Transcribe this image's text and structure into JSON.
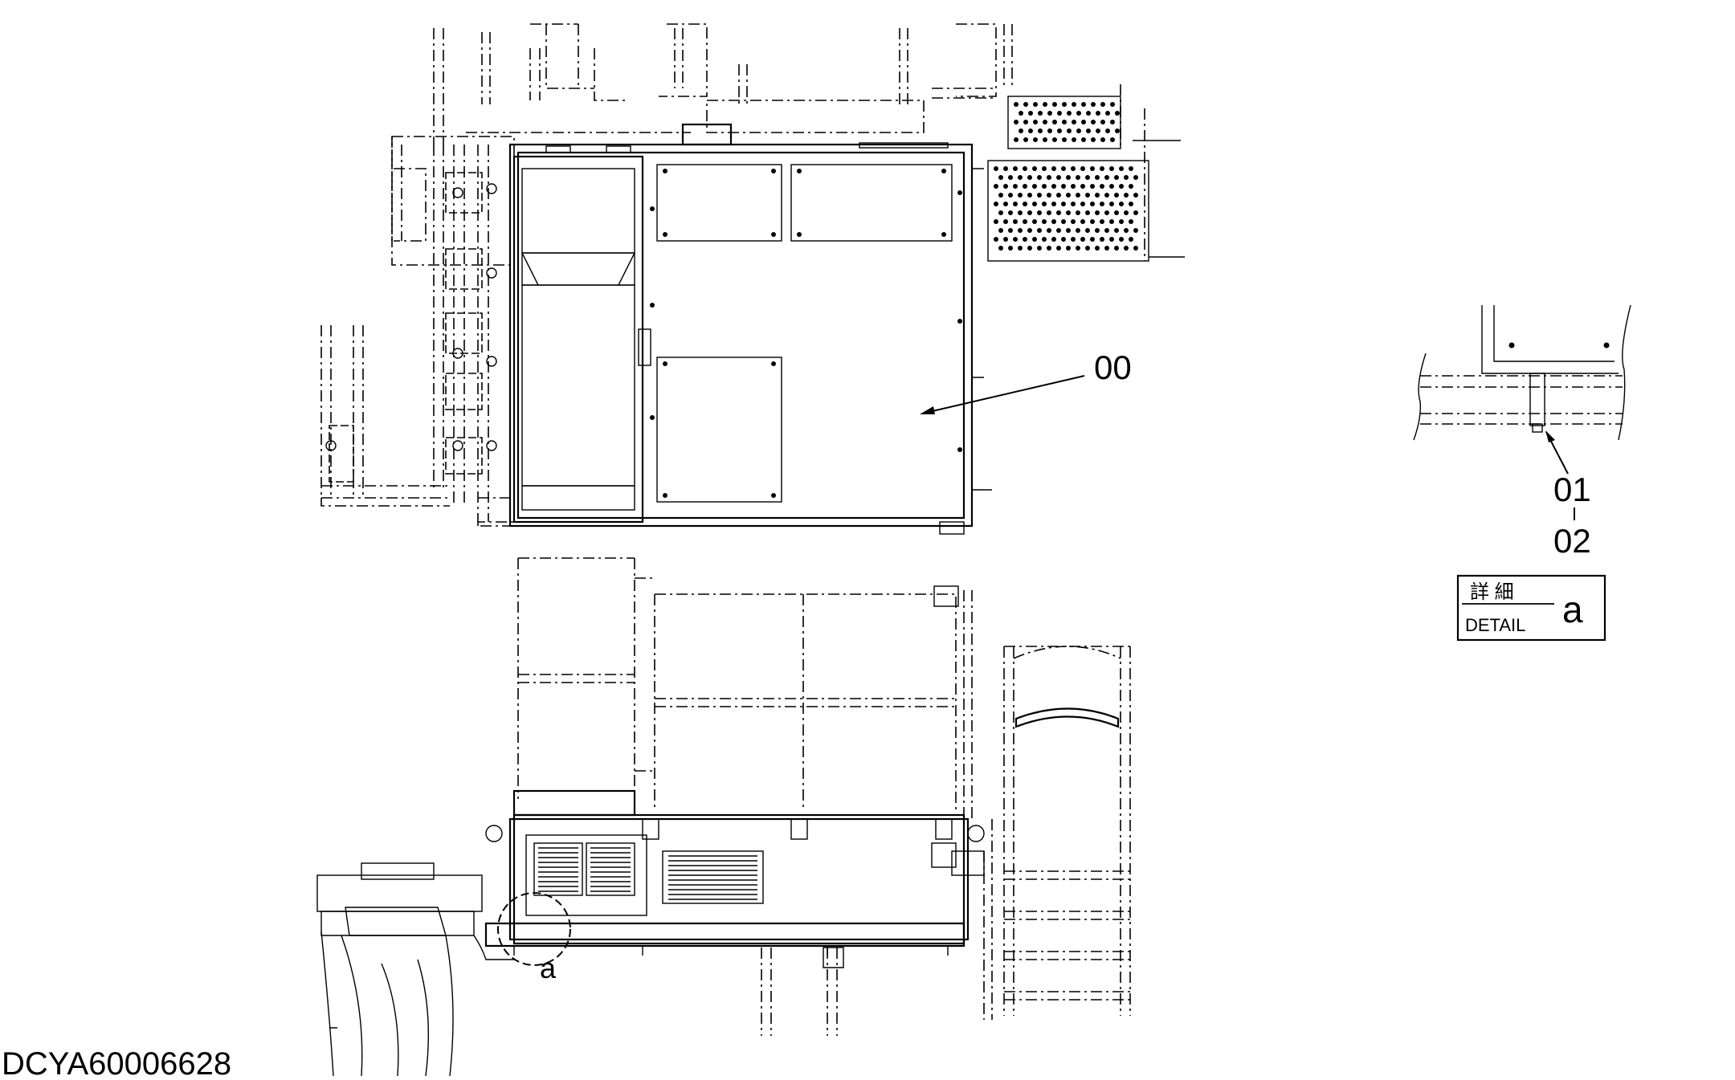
{
  "drawing_id": "DCYA60006628",
  "labels": {
    "main_part": "00",
    "detail_part_1": "01",
    "detail_part_2": "02",
    "detail_ref": "a"
  },
  "detail_box": {
    "japanese": "詳 細",
    "english": "DETAIL",
    "letter": "a"
  }
}
